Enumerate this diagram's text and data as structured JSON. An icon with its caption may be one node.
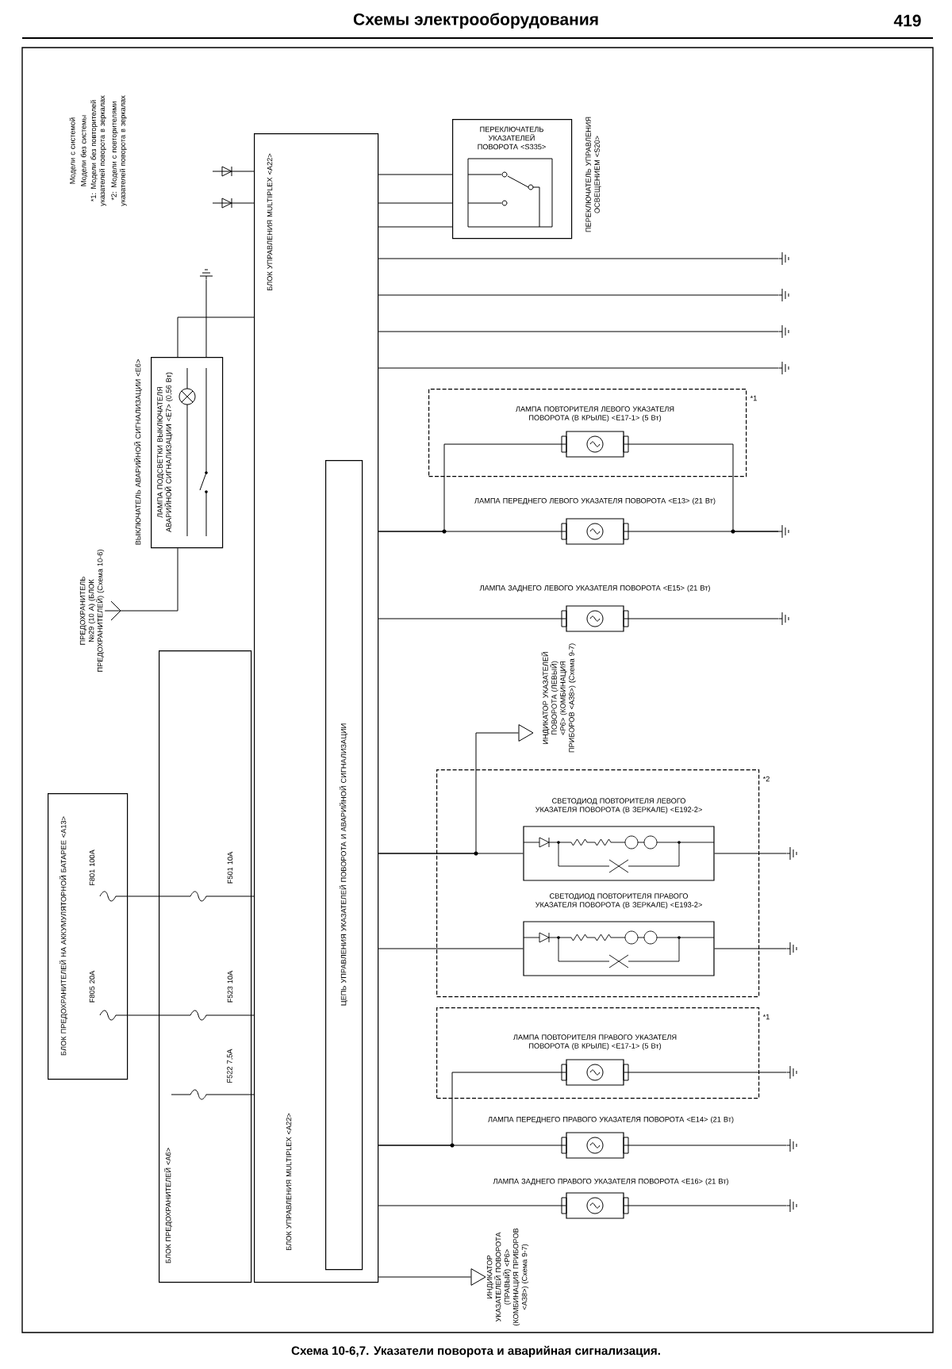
{
  "diagram": {
    "title": "Схемы электрооборудования",
    "caption": "Схема 10-6,7. Указатели поворота и аварийная сигнализация.",
    "nodes": [
      {
        "text": [
          "БЛОК ПРЕДОХРАНИТЕЛЕЙ <A6>"
        ]
      },
      {
        "text": [
          "БЛОК УПРАВЛЕНИЯ MULTIPLEX <A22>",
          "БЛОК УПРАВЛЕНИЯ MULTIPLEX <A22>"
        ]
      },
      {
        "text": [
          "ЦЕПЬ УПРАВЛЕНИЯ УКАЗАТЕЛЕЙ ПОВОРОТА И АВАРИЙНОЙ СИГНАЛИЗАЦИИ"
        ],
        "in": 1
      },
      {
        "text": [
          "ВЫКЛЮЧАТЕЛЬ АВАРИЙНОЙ СИГНАЛИЗАЦИИ <E6>",
          "ЛАМПА ПОДСВЕТКИ ВЫКЛЮЧАТЕЛЯ АВАРИЙНОЙ СИГНАЛИЗАЦИИ <E7> (0,56 Вт)"
        ]
      },
      {
        "text": [
          "БЛОК ПРЕДОХРАНИТЕЛЕЙ НА АККУМУЛЯТОРНОЙ БАТАРЕЕ <A13>"
        ]
      },
      {
        "text": [
          "ПРЕДОХРАНИТЕЛЬ №29 (10 А) (БЛОК ПРЕДОХРАНИТЕЛЕЙ) (Схема 10-6)"
        ]
      },
      {
        "text": [
          "ПЕРЕКЛЮЧАТЕЛЬ УКАЗАТЕЛЕЙ ПОВОРОТА <S335>"
        ],
        "beside": [
          "ПЕРЕКЛЮЧАТЕЛЬ УПРАВЛЕНИЯ ОСВЕЩЕНИЕМ <S20>"
        ]
      },
      {
        "text": [],
        "shape": "ground"
      },
      {
        "text": [],
        "shape": "ground"
      },
      {
        "text": [],
        "shape": "ground"
      },
      {
        "text": [],
        "shape": "ground"
      },
      {
        "text": [
          "*1"
        ]
      },
      {
        "text": [
          "ЛАМПА ПОВТОРИТЕЛЯ ЛЕВОГО УКАЗАТЕЛЯ ПОВОРОТА (В КРЫЛЕ) <E17-1> (5 Вт)"
        ],
        "in": 11
      },
      {
        "text": [
          "ЛАМПА ПЕРЕДНЕГО ЛЕВОГО УКАЗАТЕЛЯ ПОВОРОТА <E13> (21 Вт)"
        ]
      },
      {
        "text": [
          "ЛАМПА ЗАДНЕГО ЛЕВОГО УКАЗАТЕЛЯ ПОВОРОТА <E15> (21 Вт)"
        ]
      },
      {
        "text": [],
        "shape": "ground"
      },
      {
        "text": [],
        "shape": "ground"
      },
      {
        "text": [],
        "shape": "triangle",
        "beside": [
          "ИНДИКАТОР УКАЗАТЕЛЕЙ ПОВОРОТА (ЛЕВЫЙ) <P6> (КОМБИНАЦИЯ ПРИБОРОВ <A38>) (Схема 9-7)"
        ]
      },
      {
        "text": [
          "*2"
        ]
      },
      {
        "text": [
          "СВЕТОДИОД ПОВТОРИТЕЛЯ ЛЕВОГО УКАЗАТЕЛЯ ПОВОРОТА (В ЗЕРКАЛЕ) <E192-2>"
        ],
        "in": 18
      },
      {
        "text": [
          "СВЕТОДИОД ПОВТОРИТЕЛЯ ПРАВОГО УКАЗАТЕЛЯ ПОВОРОТА (В ЗЕРКАЛЕ) <E193-2>"
        ],
        "in": 18
      },
      {
        "text": [],
        "shape": "ground"
      },
      {
        "text": [],
        "shape": "ground"
      },
      {
        "text": [
          "*1"
        ]
      },
      {
        "text": [
          "ЛАМПА ПОВТОРИТЕЛЯ ПРАВОГО УКАЗАТЕЛЯ ПОВОРОТА (В КРЫЛЕ) <E17-1> (5 Вт)"
        ],
        "in": 23
      },
      {
        "text": [
          "ЛАМПА ПЕРЕДНЕГО ПРАВОГО УКАЗАТЕЛЯ ПОВОРОТА <E14> (21 Вт)"
        ]
      },
      {
        "text": [
          "ЛАМПА ЗАДНЕГО ПРАВОГО УКАЗАТЕЛЯ ПОВОРОТА <E16> (21 Вт)"
        ]
      },
      {
        "text": [],
        "shape": "ground"
      },
      {
        "text": [],
        "shape": "ground"
      },
      {
        "text": [],
        "shape": "ground"
      },
      {
        "text": [],
        "shape": "triangle",
        "beside": [
          "ИНДИКАТОР УКАЗАТЕЛЕЙ ПОВОРОТА (ПРАВЫЙ) <P6> (КОМБИНАЦИЯ ПРИБОРОВ <A38>) (Схема 9-7)"
        ]
      },
      {
        "text": [],
        "shape": "ground"
      }
    ],
    "edges": [
      {
        "from": 1,
        "to": 6,
        "arrow": "none"
      },
      {
        "from": 1,
        "to": 6,
        "arrow": "none"
      },
      {
        "from": 1,
        "to": 6,
        "arrow": "none"
      },
      {
        "from": 1,
        "to": 7,
        "arrow": "none"
      },
      {
        "from": 1,
        "to": 8,
        "arrow": "none"
      },
      {
        "from": 1,
        "to": 9,
        "arrow": "none"
      },
      {
        "from": 1,
        "to": 10,
        "arrow": "none"
      },
      {
        "from": 3,
        "to": 31,
        "arrow": "none"
      },
      {
        "from": 3,
        "to": 1,
        "arrow": "none"
      },
      {
        "from": 5,
        "to": 3,
        "arrow": "none"
      },
      {
        "from": 4,
        "to": 0,
        "arrow": "none"
      },
      {
        "from": 4,
        "to": 0,
        "arrow": "none"
      },
      {
        "from": 1,
        "to": 12,
        "arrow": "none"
      },
      {
        "from": 1,
        "to": 13,
        "arrow": "none"
      },
      {
        "from": 12,
        "to": 15,
        "arrow": "none"
      },
      {
        "from": 13,
        "to": 15,
        "arrow": "none"
      },
      {
        "from": 1,
        "to": 14,
        "arrow": "none"
      },
      {
        "from": 14,
        "to": 16,
        "arrow": "none"
      },
      {
        "from": 1,
        "to": 17,
        "arrow": "none"
      },
      {
        "from": 1,
        "to": 19,
        "arrow": "none"
      },
      {
        "from": 19,
        "to": 21,
        "arrow": "none"
      },
      {
        "from": 1,
        "to": 20,
        "arrow": "none"
      },
      {
        "from": 20,
        "to": 22,
        "arrow": "none"
      },
      {
        "from": 1,
        "to": 24,
        "arrow": "none"
      },
      {
        "from": 1,
        "to": 25,
        "arrow": "none"
      },
      {
        "from": 24,
        "to": 27,
        "arrow": "none"
      },
      {
        "from": 25,
        "to": 28,
        "arrow": "none"
      },
      {
        "from": 1,
        "to": 26,
        "arrow": "none"
      },
      {
        "from": 26,
        "to": 29,
        "arrow": "none"
      },
      {
        "from": 1,
        "to": 30,
        "arrow": "none"
      }
    ],
    "labels": [
      "419",
      "Модели с системой",
      "Модели без системы",
      "*1: Модели без повторителей указателей поворота в зеркалах",
      "*2: Модели с повторителями указателей поворота в зеркалах",
      "F801 100A",
      "F805 20A",
      "F501 10A",
      "F523 10A",
      "F522 7,5A"
    ]
  }
}
